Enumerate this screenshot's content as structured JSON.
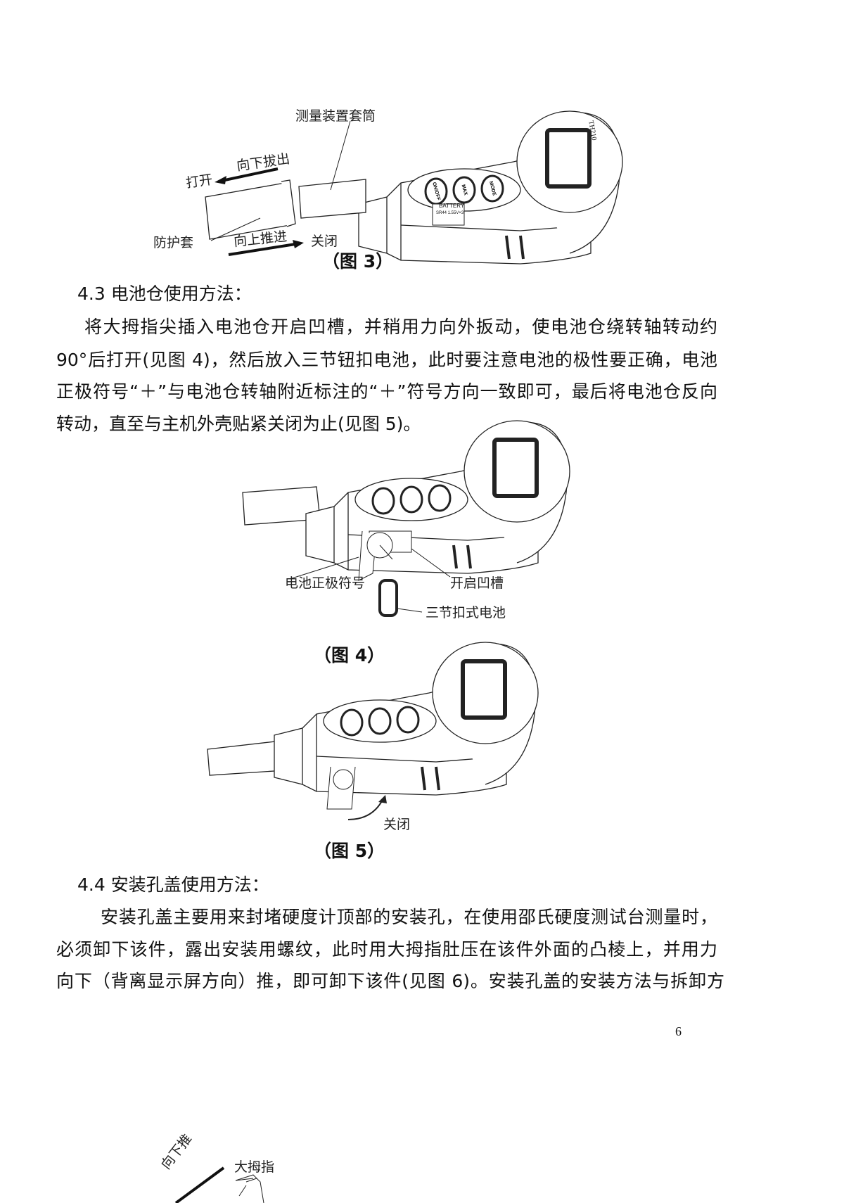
{
  "device": {
    "model": "TH210",
    "buttons": [
      "ON/OFF",
      "MAX",
      "MODE"
    ],
    "battery_label": "BATTERY",
    "battery_spec": "SR44 1.55V×3"
  },
  "figure3": {
    "caption": "（图 3）",
    "labels": {
      "sleeve": "测量装置套筒",
      "pull_down": "向下拔出",
      "open": "打开",
      "cover": "防护套",
      "push_up": "向上推进",
      "close": "关闭"
    }
  },
  "section_4_3": {
    "heading": "4.3 电池仓使用方法：",
    "lines": [
      "将大拇指尖插入电池仓开启凹槽，并稍用力向外扳动，使电池仓绕转轴转动约",
      "90°后打开(见图 4)，然后放入三节钮扣电池，此时要注意电池的极性要正确，电池",
      "正极符号“＋”与电池仓转轴附近标注的“＋”符号方向一致即可，最后将电池仓反向",
      "转动，直至与主机外壳贴紧关闭为止(见图 5)。"
    ]
  },
  "figure4": {
    "caption": "（图 4）",
    "labels": {
      "polarity": "电池正极符号",
      "groove": "开启凹槽",
      "batteries": "三节扣式电池"
    }
  },
  "figure5": {
    "caption": "（图 5）",
    "labels": {
      "close": "关闭"
    }
  },
  "section_4_4": {
    "heading": "4.4 安装孔盖使用方法：",
    "lines": [
      "安装孔盖主要用来封堵硬度计顶部的安装孔，在使用邵氏硬度测试台测量时，",
      "必须卸下该件，露出安装用螺纹，此时用大拇指肚压在该件外面的凸棱上，并用力",
      "向下（背离显示屏方向）推，即可卸下该件(见图 6)。安装孔盖的安装方法与拆卸方"
    ]
  },
  "figure6": {
    "labels": {
      "push_down": "向下推",
      "thumb": "大拇指"
    }
  },
  "page_number": "6"
}
